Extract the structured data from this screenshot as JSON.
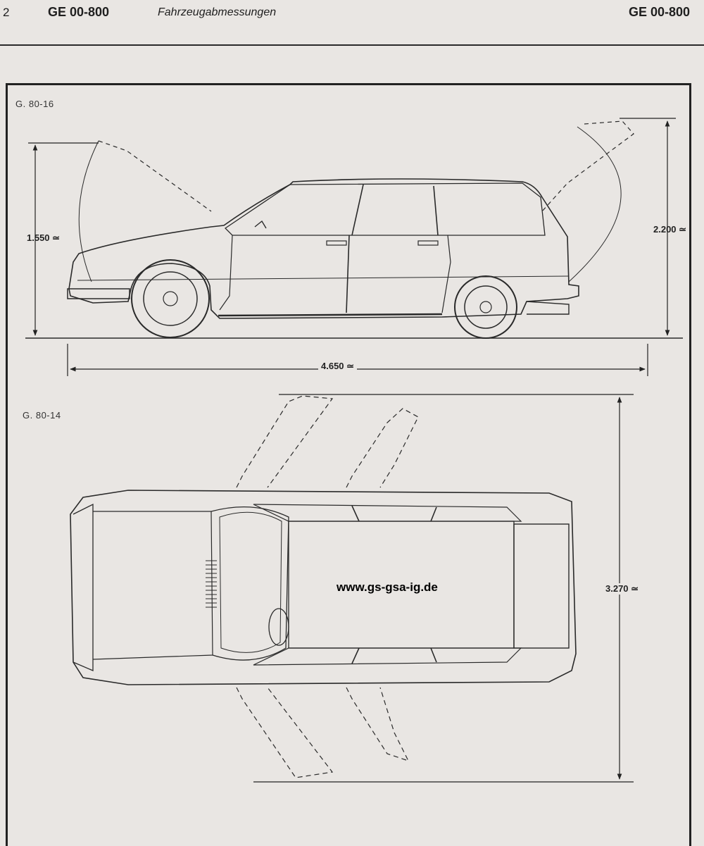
{
  "header": {
    "page_number": "2",
    "doc_code_left": "GE 00-800",
    "title": "Fahrzeugabmessungen",
    "doc_code_right": "GE 00-800"
  },
  "side_view": {
    "figure_label": "G. 80-16",
    "dim_height": "1.550 ≃",
    "dim_height_open": "2.200 ≃",
    "dim_length": "4.650 ≃"
  },
  "top_view": {
    "figure_label": "G. 80-14",
    "dim_width_open": "3.270 ≃"
  },
  "watermark_url": "www.gs-gsa-ig.de"
}
